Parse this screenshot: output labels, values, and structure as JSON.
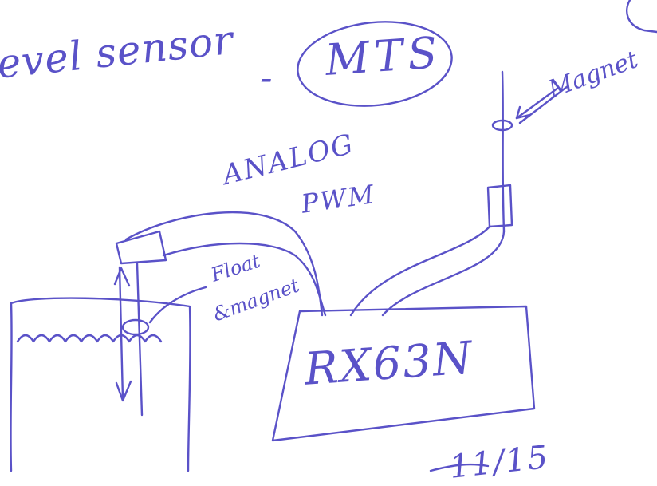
{
  "title": "evel sensor",
  "dash": "-",
  "circled_label": "MTS",
  "magnet_label": "Magnet",
  "signal_label_1": "ANALOG",
  "signal_label_2": "PWM",
  "float_label_line1": "Float",
  "float_label_line2": "&magnet",
  "controller_label": "RX63N",
  "date": "11/15",
  "colors": {
    "ink": "#5a52c8",
    "paper": "#ffffff"
  }
}
